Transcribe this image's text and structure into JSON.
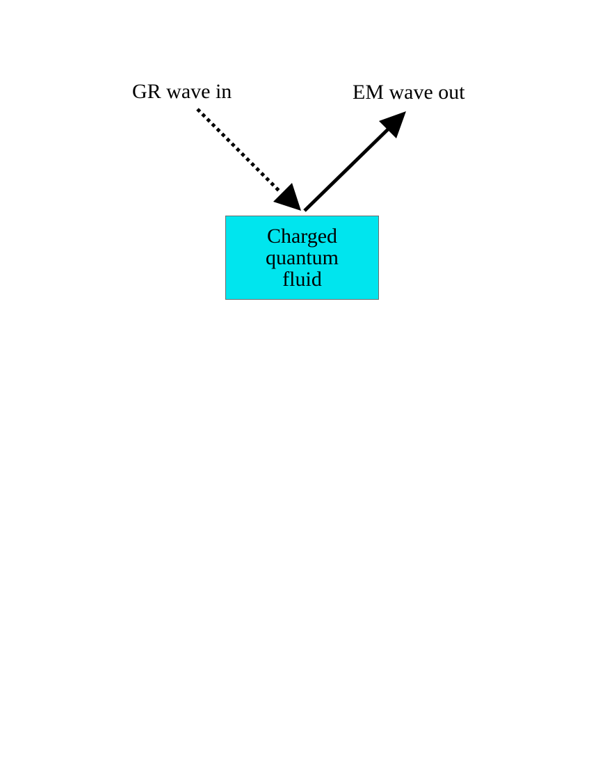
{
  "diagram": {
    "incoming_label": "GR wave in",
    "outgoing_label": "EM wave out",
    "box": {
      "lines": [
        "Charged",
        "quantum",
        "fluid"
      ],
      "fill_color": "#00e5ee"
    },
    "incoming_style": "dotted",
    "outgoing_style": "solid",
    "arrow_color": "#000000"
  }
}
